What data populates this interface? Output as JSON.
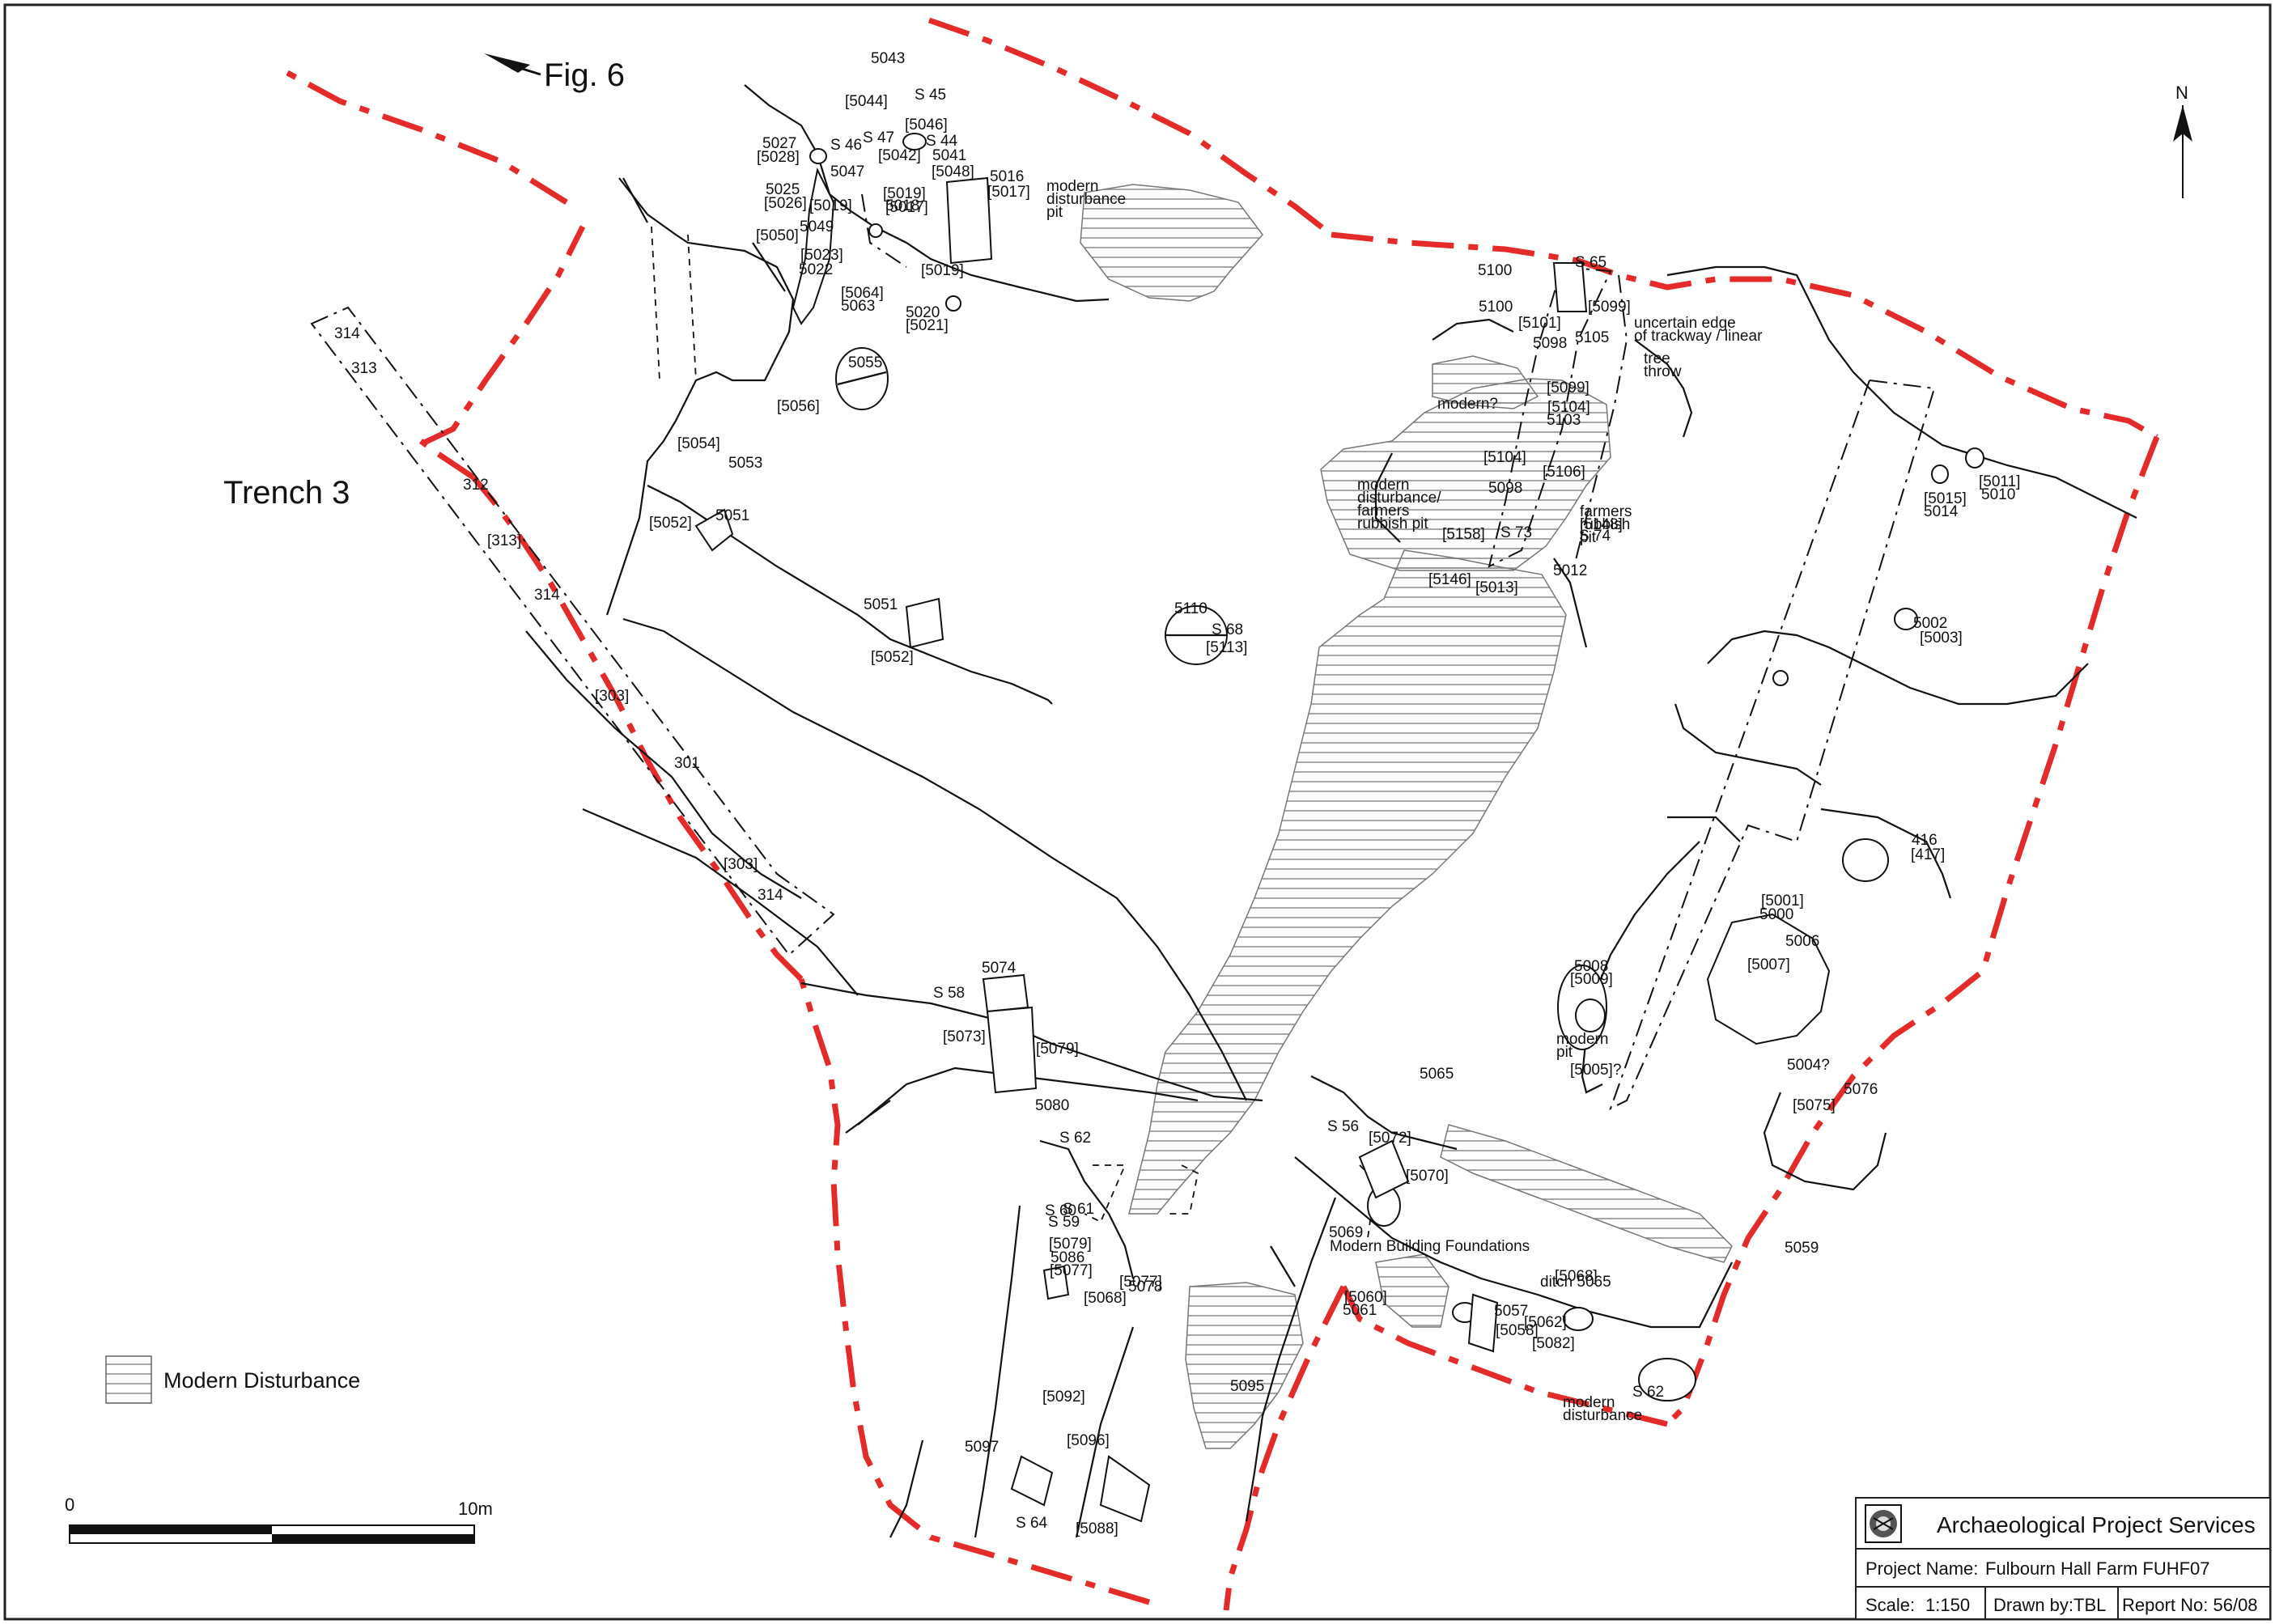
{
  "plan": {
    "figure_ref": "Fig. 6",
    "trench_label": "Trench 3",
    "north": "N",
    "legend": {
      "swatch": "hatch",
      "label": "Modern Disturbance"
    },
    "scale_bar": {
      "start": "0",
      "end": "10m"
    },
    "title_block": {
      "company": "Archaeological Project Services",
      "project_label": "Project Name:",
      "project_value": "Fulbourn Hall Farm FUHF07",
      "scale_label": "Scale:",
      "scale_value": "1:150",
      "drawn_by": "Drawn by:TBL",
      "report_no": "Report No: 56/08"
    },
    "annotations": [
      "5043",
      "[5044]",
      "S 45",
      "[5046]",
      "S 44",
      "S 47",
      "[5042]",
      "5041",
      "5027",
      "[5028]",
      "S 46",
      "5047",
      "[5048]",
      "5016",
      "[5017]",
      "5025",
      "[5026]",
      "[5019]",
      "5018",
      "[5019]",
      "[5017]",
      "[5050]",
      "5049",
      "[5023]",
      "5022",
      "[5019]",
      "[5064]",
      "5063",
      "5020",
      "[5021]",
      "5055",
      "[5056]",
      "modern disturbance pit",
      "314",
      "313",
      "312",
      "[313]",
      "314",
      "[303]",
      "301",
      "[303]",
      "314",
      "[5054]",
      "5053",
      "[5052]",
      "5051",
      "5051",
      "[5052]",
      "5110",
      "S 68",
      "[5113]",
      "5100",
      "S 65",
      "5100",
      "[5101]",
      "[5099]",
      "5098",
      "5105",
      "uncertain edge of trackway / linear",
      "tree throw",
      "modern?",
      "[5099]",
      "[5104]",
      "5103",
      "[5104]",
      "[5106]",
      "5098",
      "modern disturbance/ farmers rubbish pit",
      "farmers rubbish pit",
      "[5148]",
      "S 74",
      "[5158]",
      "S 73",
      "[5146]",
      "[5013]",
      "5012",
      "[5015]",
      "5014",
      "[5011]",
      "5010",
      "5002",
      "[5003]",
      "416",
      "[417]",
      "[5001]",
      "5000",
      "5006",
      "[5007]",
      "5008",
      "[5009]",
      "modern pit",
      "[5005]?",
      "5004?",
      "5076",
      "[5075]",
      "5074",
      "S 58",
      "[5073]",
      "[5079]",
      "5080",
      "S 62",
      "S 61",
      "S 60",
      "S 59",
      "[5079]",
      "5086",
      "[5077]",
      "[5077]",
      "5078",
      "[5068]",
      "5065",
      "S 56",
      "[5072]",
      "[5070]",
      "5069",
      "Modern Building Foundations",
      "5059",
      "[5060]",
      "5061",
      "ditch 5065",
      "[5068]",
      "5057",
      "[5062]",
      "[5058]",
      "[5082]",
      "S 62",
      "modern disturbance",
      "5095",
      "[5092]",
      "5097",
      "[5096]",
      "S 64",
      "[5088]"
    ]
  }
}
